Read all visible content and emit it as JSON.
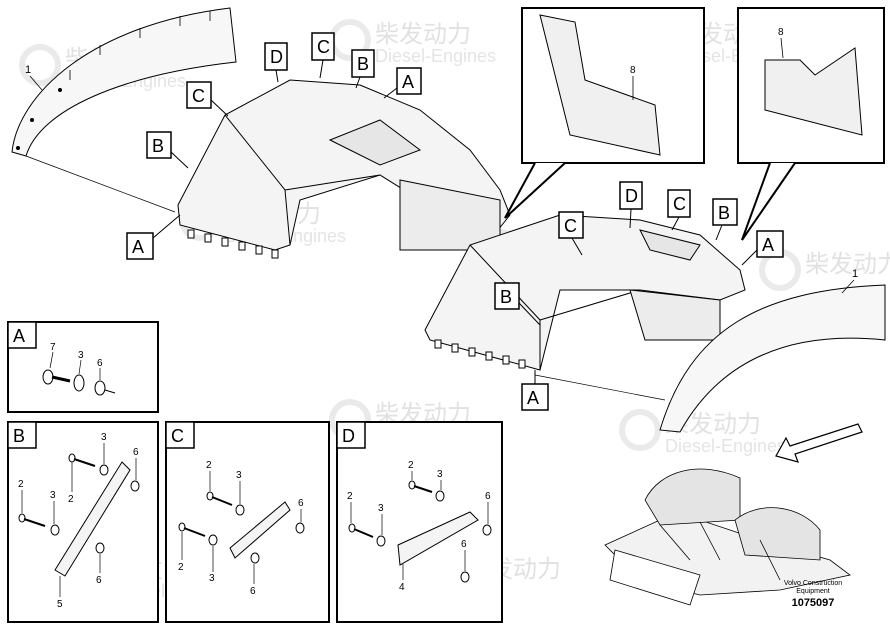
{
  "watermark": {
    "chinese": "柴发动力",
    "english": "Diesel-Engines"
  },
  "callouts": {
    "A": "A",
    "B": "B",
    "C": "C",
    "D": "D"
  },
  "part_numbers": {
    "p1": "1",
    "p2": "2",
    "p3": "3",
    "p4": "4",
    "p5": "5",
    "p6": "6",
    "p7": "7",
    "p8": "8"
  },
  "detail_panels": [
    {
      "label": "A"
    },
    {
      "label": "B"
    },
    {
      "label": "C"
    },
    {
      "label": "D"
    }
  ],
  "footer": {
    "company_line1": "Volvo Construction",
    "company_line2": "Equipment",
    "part_number": "1075097"
  },
  "colors": {
    "line": "#000000",
    "fender_fill": "#f4f4f4",
    "watermark": "#c9c9c9"
  }
}
